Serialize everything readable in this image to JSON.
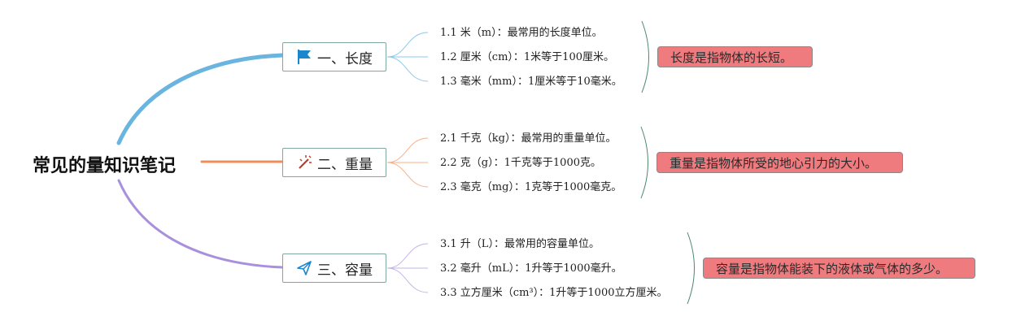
{
  "root": "常见的量知识笔记",
  "colors": {
    "length": "#6ab4e0",
    "weight": "#f08c5a",
    "volume": "#a890dc",
    "summary_bg": "#f07b7f"
  },
  "topics": [
    {
      "label": "一、长度",
      "icon": "flag-icon",
      "items": [
        "1.1 米（m）：最常用的长度单位。",
        "1.2 厘米（cm）：1米等于100厘米。",
        "1.3 毫米（mm）：1厘米等于10毫米。"
      ],
      "summary": "长度是指物体的长短。"
    },
    {
      "label": "二、重量",
      "icon": "magic-wand-icon",
      "items": [
        "2.1 千克（kg）：最常用的重量单位。",
        "2.2 克（g）：1千克等于1000克。",
        "2.3 毫克（mg）：1克等于1000毫克。"
      ],
      "summary": "重量是指物体所受的地心引力的大小。"
    },
    {
      "label": "三、容量",
      "icon": "paper-plane-icon",
      "items": [
        "3.1 升（L）：最常用的容量单位。",
        "3.2 毫升（mL）：1升等于1000毫升。",
        "3.3 立方厘米（cm³）：1升等于1000立方厘米。"
      ],
      "summary": "容量是指物体能装下的液体或气体的多少。"
    }
  ]
}
